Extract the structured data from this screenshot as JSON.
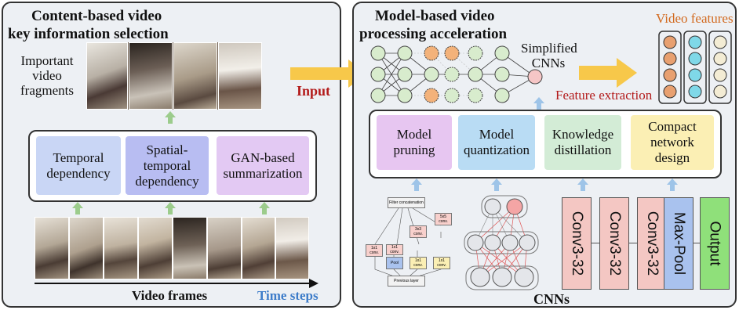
{
  "left": {
    "title_line1": "Content-based video",
    "title_line2": "key information selection",
    "important_line1": "Important",
    "important_line2": "video",
    "important_line3": "fragments",
    "methods": [
      {
        "label": "Temporal dependency",
        "color": "#c9d6f5"
      },
      {
        "label": "Spatial-temporal dependency",
        "color": "#b8bdf2"
      },
      {
        "label": "GAN-based summarization",
        "color": "#e3c9f3"
      }
    ],
    "video_frames_label": "Video frames",
    "time_steps_label": "Time steps"
  },
  "input_label": "Input",
  "right": {
    "title_line1": "Model-based video",
    "title_line2": "processing acceleration",
    "simplified_line1": "Simplified",
    "simplified_line2": "CNNs",
    "video_features_label": "Video features",
    "feature_extraction_label": "Feature extraction",
    "techniques": [
      {
        "label": "Model pruning",
        "color": "#e7c6f1"
      },
      {
        "label": "Model quantization",
        "color": "#b9dcf4"
      },
      {
        "label": "Knowledge distillation",
        "color": "#d3ecd6"
      },
      {
        "label": "Compact network design",
        "color": "#fbefb4"
      }
    ],
    "inception": {
      "filter_concat": "Filter concatenation",
      "previous_layer": "Previous layer",
      "pool": "Pool",
      "conv_cells": [
        "1x1 conv.",
        "3x3 conv.",
        "5x5 conv.",
        "1x1 conv.",
        "1x1 conv.",
        "1x1 conv."
      ]
    },
    "cnn_layers": [
      {
        "label": "Conv3-32",
        "color": "#f4c7c3"
      },
      {
        "label": "Conv3-32",
        "color": "#f4c7c3"
      },
      {
        "label": "Conv3-32",
        "color": "#f4c7c3"
      },
      {
        "label": "Max-Pool",
        "color": "#a9c2ee"
      },
      {
        "label": "Output",
        "color": "#8fe07a"
      }
    ],
    "cnns_label": "CNNs"
  },
  "colors": {
    "arrow_green": "#9ccc8c",
    "arrow_blue": "#9ec4e8",
    "input_arrow": "#f7c84a",
    "neuron_green": "#d8eccd",
    "neuron_orange": "#f3b27a",
    "neuron_pink": "#f6c6c6",
    "feature_orange": "#e8a070",
    "feature_cyan": "#7fd8e8",
    "feature_cream": "#f3ecd4"
  }
}
